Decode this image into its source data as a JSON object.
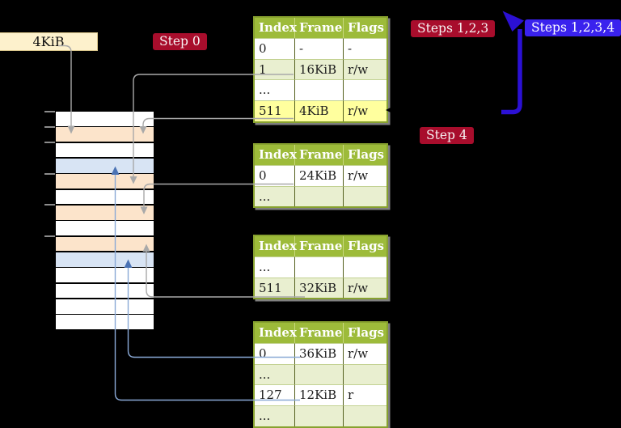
{
  "page_size_label": "4KiB",
  "badges": {
    "step0": {
      "label": "Step 0",
      "color": "red"
    },
    "steps123": {
      "label": "Steps 1,2,3",
      "color": "red"
    },
    "steps1234": {
      "label": "Steps 1,2,3,4",
      "color": "blue"
    },
    "step4": {
      "label": "Step 4",
      "color": "red"
    }
  },
  "memory": {
    "row_colors": [
      "white",
      "orange",
      "white",
      "blue",
      "orange",
      "white",
      "orange",
      "white",
      "orange",
      "blue",
      "white",
      "white",
      "white",
      "white"
    ],
    "tick_row_boundaries": [
      0,
      1,
      2,
      4,
      6,
      8
    ]
  },
  "table_header": [
    "Index",
    "Frame",
    "Flags"
  ],
  "tables": [
    {
      "name": "level-4-table",
      "rows": [
        {
          "cells": [
            "0",
            "-",
            "-"
          ],
          "highlight": false
        },
        {
          "cells": [
            "1",
            "16KiB",
            "r/w"
          ],
          "highlight": false
        },
        {
          "cells": [
            "...",
            "",
            ""
          ],
          "highlight": false
        },
        {
          "cells": [
            "511",
            "4KiB",
            "r/w"
          ],
          "highlight": true
        }
      ]
    },
    {
      "name": "level-3-table",
      "rows": [
        {
          "cells": [
            "0",
            "24KiB",
            "r/w"
          ],
          "highlight": false
        },
        {
          "cells": [
            "...",
            "",
            ""
          ],
          "highlight": false
        }
      ]
    },
    {
      "name": "level-2-table",
      "rows": [
        {
          "cells": [
            "...",
            "",
            ""
          ],
          "highlight": false
        },
        {
          "cells": [
            "511",
            "32KiB",
            "r/w"
          ],
          "highlight": false
        }
      ]
    },
    {
      "name": "level-1-table",
      "rows": [
        {
          "cells": [
            "0",
            "36KiB",
            "r/w"
          ],
          "highlight": false
        },
        {
          "cells": [
            "...",
            "",
            ""
          ],
          "highlight": false
        },
        {
          "cells": [
            "127",
            "12KiB",
            "r"
          ],
          "highlight": false
        },
        {
          "cells": [
            "...",
            "",
            ""
          ],
          "highlight": false
        }
      ]
    }
  ],
  "colors": {
    "header_green": "#9dbb3a",
    "row_green": "#e9efd0",
    "hl_yellow": "#ffff9e",
    "badge_red": "#a80d2c",
    "badge_blue": "#3a22ee",
    "arrow_blue": "#2b10d4",
    "frame_orange": "#fce4cb",
    "frame_blue": "#d8e4f4",
    "conn_gray": "#a9a9a9",
    "conn_blue": "#8aa9d6",
    "conn_blue_head": "#4a72b4",
    "label_cream": "#fdf1cc"
  }
}
